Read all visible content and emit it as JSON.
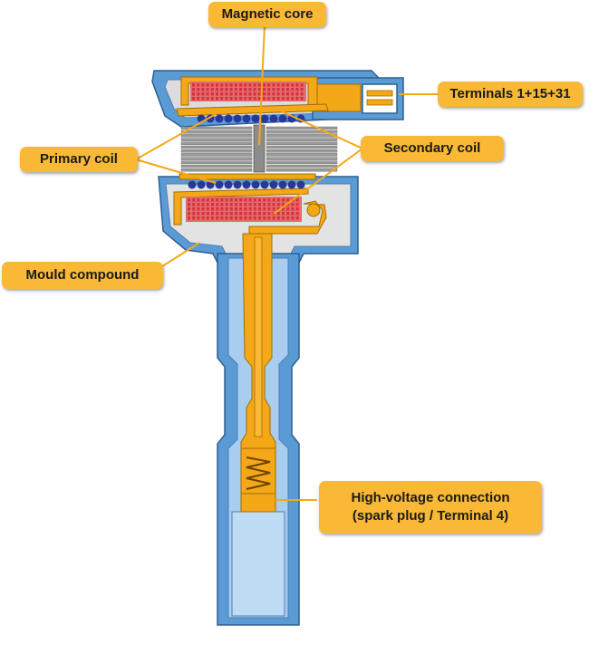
{
  "labels": {
    "magnetic_core": "Magnetic core",
    "terminals": "Terminals 1+15+31",
    "primary_coil": "Primary coil",
    "secondary_coil": "Secondary coil",
    "mould_compound": "Mould compound",
    "high_voltage_line1": "High-voltage connection",
    "high_voltage_line2": "(spark plug / Terminal 4)"
  },
  "colors": {
    "housing_blue": "#5b9bd5",
    "housing_light_blue": "#a9cdee",
    "conductor_orange": "#f5a817",
    "callout_yellow": "#f9b937",
    "mould_grey": "#e3e3e3",
    "coil_red": "#d9303e",
    "coil_blue": "#27389b",
    "core_grey": "#8c8c8c"
  }
}
